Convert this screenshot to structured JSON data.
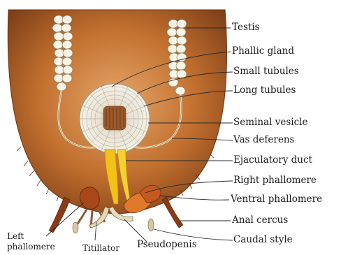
{
  "diagram": {
    "labels": {
      "testis": "Testis",
      "phallic_gland": "Phallic gland",
      "small_tubules": "Small tubules",
      "long_tubules": "Long tubules",
      "seminal_vesicle": "Seminal vesicle",
      "vas_deferens": "Vas deferens",
      "ejaculatory_duct": "Ejaculatory duct",
      "right_phallomere": "Right phallomere",
      "ventral_phallomere": "Ventral phallomere",
      "anal_cercus": "Anal cercus",
      "caudal_style": "Caudal style",
      "left_phallomere_1": "Left",
      "left_phallomere_2": "phallomere",
      "titillator": "Titillator",
      "pseudopenis": "Pseudopenis"
    },
    "colors": {
      "body_dark": "#7a3f1c",
      "body_mid": "#b8632c",
      "body_light": "#e09a5a",
      "testis_fill": "#f7f4e6",
      "vesicle_fill": "#e9e3d6",
      "duct_yellow": "#f2c21a",
      "cercus": "#8a3a14",
      "phallomere": "#d86a24",
      "line": "#2a2a2a"
    }
  }
}
